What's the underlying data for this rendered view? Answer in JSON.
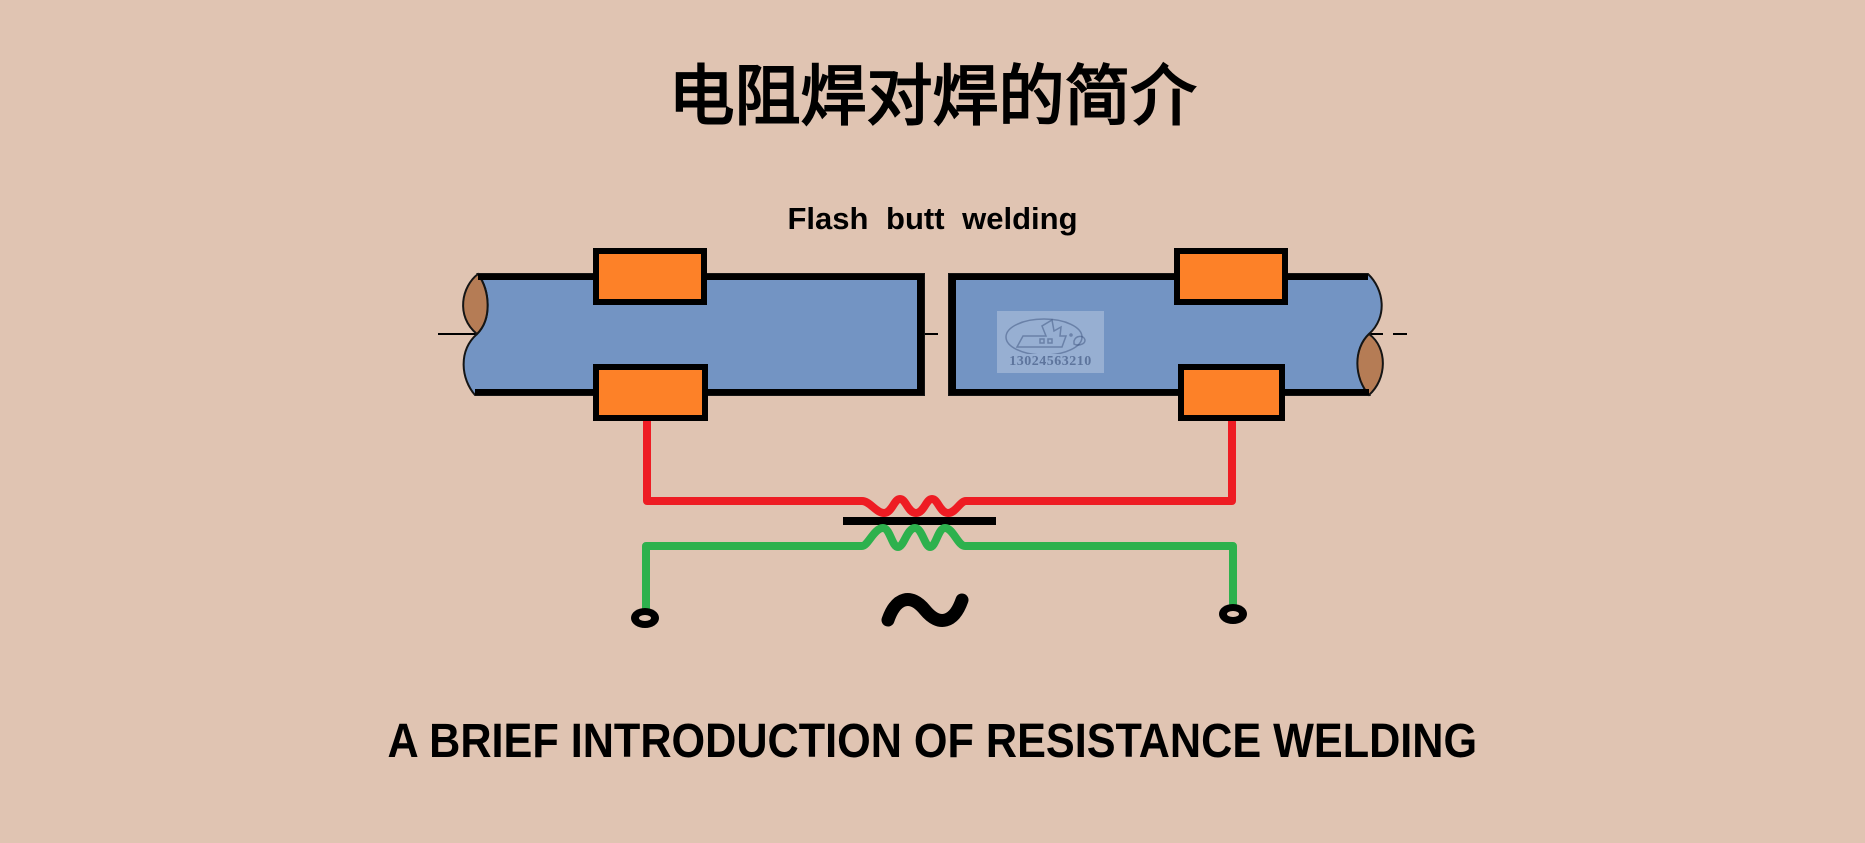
{
  "title": "电阻焊对焊的简介",
  "subtitle": "Flash butt welding",
  "caption": "A BRIEF INTRODUCTION OF RESISTANCE WELDING",
  "watermark": {
    "phone": "13024563210"
  },
  "colors": {
    "background": "#e0c4b2",
    "workpiece_blue": "#7394c3",
    "clamp_orange": "#fd8128",
    "wire_red": "#ee1c23",
    "wire_green": "#2db14d",
    "break_brown": "#b57c55",
    "outline_black": "#000000"
  },
  "diagram": {
    "type": "flash-butt-welding-schematic",
    "parts": [
      "workpiece-left",
      "workpiece-right",
      "clamp-electrodes",
      "transformer-primary-coil",
      "transformer-secondary-coil",
      "transformer-core",
      "ac-supply-terminals",
      "ac-symbol",
      "centerline"
    ]
  }
}
